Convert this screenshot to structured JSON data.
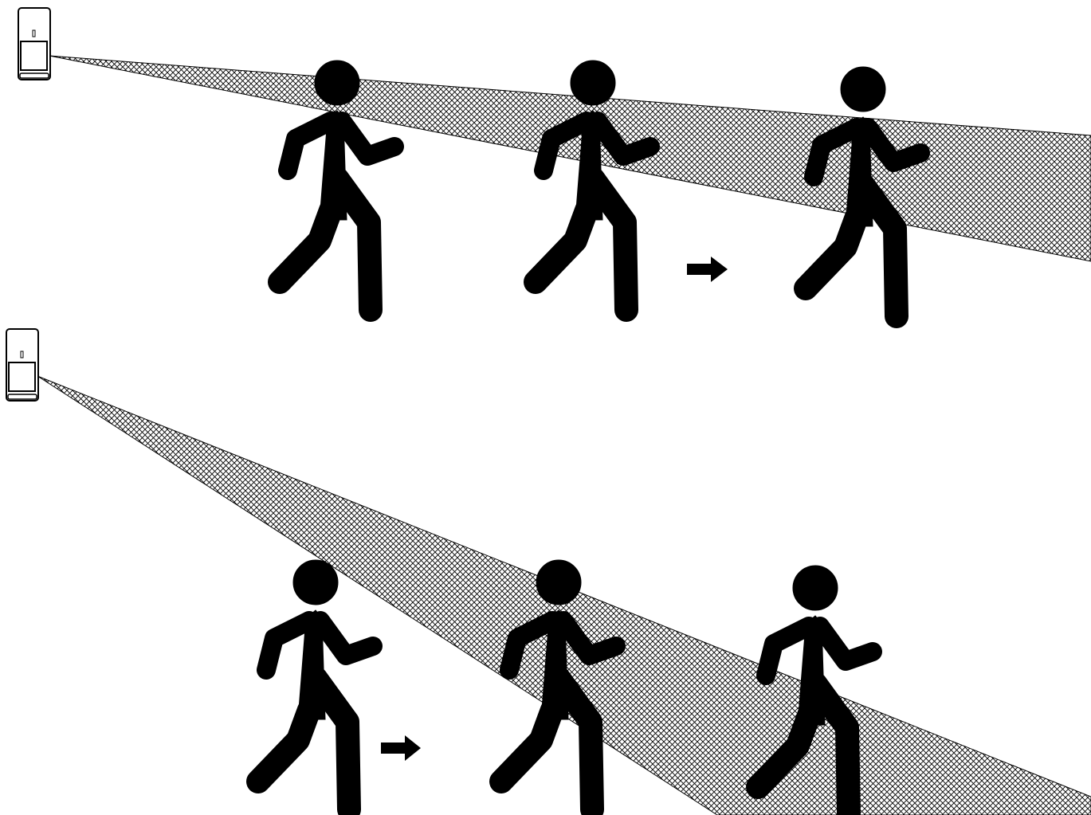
{
  "colors": {
    "figure": "#000000",
    "head": "#1c1c1c",
    "beam_hatch": "#000000",
    "beam_background": "#ffffff",
    "sensor_body": "#ffffff",
    "sensor_outline": "#000000",
    "background": "#ffffff"
  },
  "icons": {
    "sensor": "motion-sensor-icon",
    "person": "walking-person-icon",
    "direction": "right-arrow-icon"
  },
  "panels": [
    {
      "name": "top-scenario",
      "sensor": "motion-sensor",
      "beam": "detection-beam",
      "people": [
        "person-1",
        "person-2",
        "person-3"
      ],
      "arrow": "movement-arrow"
    },
    {
      "name": "bottom-scenario",
      "sensor": "motion-sensor",
      "beam": "detection-beam",
      "people": [
        "person-1",
        "person-2",
        "person-3"
      ],
      "arrow": "movement-arrow"
    }
  ]
}
